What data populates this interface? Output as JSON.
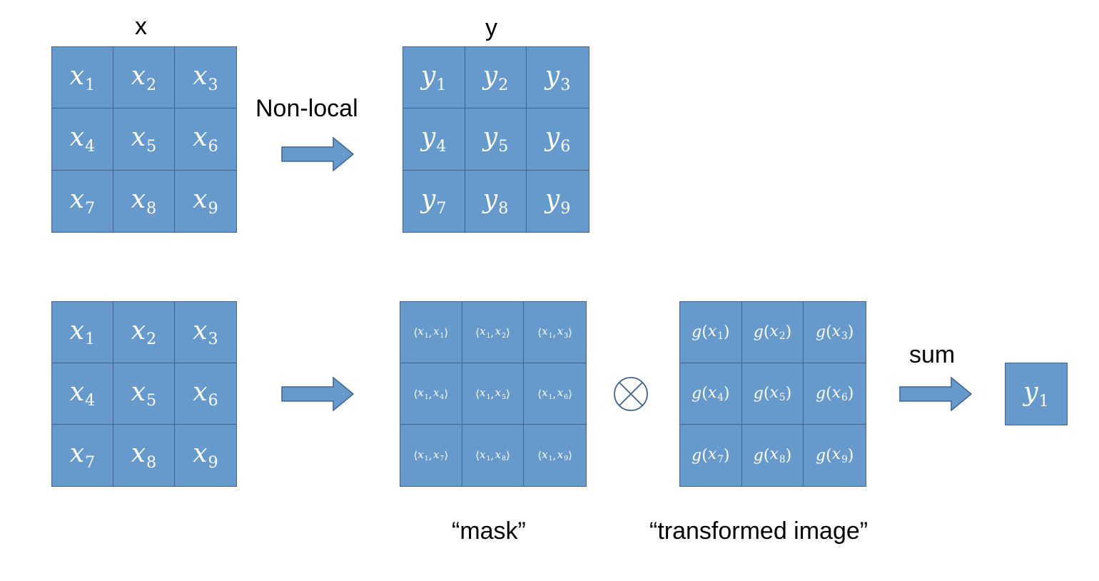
{
  "top": {
    "input_label": "x",
    "output_label": "y",
    "arrow_label": "Non-local",
    "input_cells": [
      {
        "base": "x",
        "sub": "1"
      },
      {
        "base": "x",
        "sub": "2"
      },
      {
        "base": "x",
        "sub": "3"
      },
      {
        "base": "x",
        "sub": "4"
      },
      {
        "base": "x",
        "sub": "5"
      },
      {
        "base": "x",
        "sub": "6"
      },
      {
        "base": "x",
        "sub": "7"
      },
      {
        "base": "x",
        "sub": "8"
      },
      {
        "base": "x",
        "sub": "9"
      }
    ],
    "output_cells": [
      {
        "base": "y",
        "sub": "1"
      },
      {
        "base": "y",
        "sub": "2"
      },
      {
        "base": "y",
        "sub": "3"
      },
      {
        "base": "y",
        "sub": "4"
      },
      {
        "base": "y",
        "sub": "5"
      },
      {
        "base": "y",
        "sub": "6"
      },
      {
        "base": "y",
        "sub": "7"
      },
      {
        "base": "y",
        "sub": "8"
      },
      {
        "base": "y",
        "sub": "9"
      }
    ]
  },
  "bottom": {
    "input_cells": [
      {
        "base": "x",
        "sub": "1"
      },
      {
        "base": "x",
        "sub": "2"
      },
      {
        "base": "x",
        "sub": "3"
      },
      {
        "base": "x",
        "sub": "4"
      },
      {
        "base": "x",
        "sub": "5"
      },
      {
        "base": "x",
        "sub": "6"
      },
      {
        "base": "x",
        "sub": "7"
      },
      {
        "base": "x",
        "sub": "8"
      },
      {
        "base": "x",
        "sub": "9"
      }
    ],
    "mask_label": "“mask”",
    "mask_cells": [
      {
        "a": "1",
        "b": "1"
      },
      {
        "a": "1",
        "b": "2"
      },
      {
        "a": "1",
        "b": "3"
      },
      {
        "a": "1",
        "b": "4"
      },
      {
        "a": "1",
        "b": "5"
      },
      {
        "a": "1",
        "b": "6"
      },
      {
        "a": "1",
        "b": "7"
      },
      {
        "a": "1",
        "b": "8"
      },
      {
        "a": "1",
        "b": "9"
      }
    ],
    "transformed_label": "“transformed image”",
    "transformed_cells": [
      {
        "fn": "g",
        "arg": "x",
        "sub": "1"
      },
      {
        "fn": "g",
        "arg": "x",
        "sub": "2"
      },
      {
        "fn": "g",
        "arg": "x",
        "sub": "3"
      },
      {
        "fn": "g",
        "arg": "x",
        "sub": "4"
      },
      {
        "fn": "g",
        "arg": "x",
        "sub": "5"
      },
      {
        "fn": "g",
        "arg": "x",
        "sub": "6"
      },
      {
        "fn": "g",
        "arg": "x",
        "sub": "7"
      },
      {
        "fn": "g",
        "arg": "x",
        "sub": "8"
      },
      {
        "fn": "g",
        "arg": "x",
        "sub": "9"
      }
    ],
    "operator_icon": "otimes-icon",
    "sum_label": "sum",
    "result_cell": {
      "base": "y",
      "sub": "1"
    }
  },
  "colors": {
    "cell_fill": "#6699cc",
    "cell_border": "#41648f",
    "arrow_fill": "#6699cc",
    "arrow_border": "#41648f",
    "operator_stroke": "#41648f"
  }
}
